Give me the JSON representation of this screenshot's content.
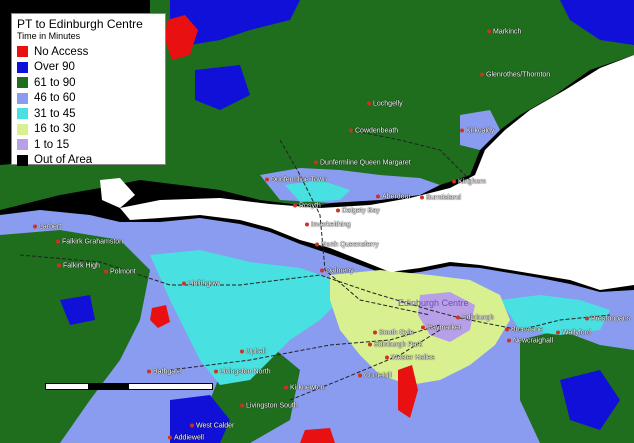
{
  "legend": {
    "title": "PT to Edinburgh Centre",
    "subtitle": "Time in Minutes",
    "items": [
      {
        "label": "No Access",
        "color": "#e81010"
      },
      {
        "label": "Over 90",
        "color": "#1010d8"
      },
      {
        "label": "61 to 90",
        "color": "#1e6e1e"
      },
      {
        "label": "46 to 60",
        "color": "#8a9cf0"
      },
      {
        "label": "31 to 45",
        "color": "#48e0e0"
      },
      {
        "label": "16 to 30",
        "color": "#d8f090"
      },
      {
        "label": " 1 to 15",
        "color": "#b8a0e8"
      },
      {
        "label": "Out of Area",
        "color": "#000000"
      }
    ]
  },
  "centre_label": "Edinburgh Centre",
  "towns": [
    {
      "name": "Markinch"
    },
    {
      "name": "Glenrothes/Thornton"
    },
    {
      "name": "Lochgelly"
    },
    {
      "name": "Kirkcaldy"
    },
    {
      "name": "Cowdenbeath"
    },
    {
      "name": "Dunfermline Queen Margaret"
    },
    {
      "name": "Dunfermline Town"
    },
    {
      "name": "Aberdour"
    },
    {
      "name": "Burntisland"
    },
    {
      "name": "Kinghorn"
    },
    {
      "name": "Rosyth"
    },
    {
      "name": "Dalgety Bay"
    },
    {
      "name": "Inverkeithing"
    },
    {
      "name": "North Queensferry"
    },
    {
      "name": "Dalmeny"
    },
    {
      "name": "Larbert"
    },
    {
      "name": "Falkirk Grahamston"
    },
    {
      "name": "Falkirk High"
    },
    {
      "name": "Polmont"
    },
    {
      "name": "Linlithgow"
    },
    {
      "name": "Edinburgh"
    },
    {
      "name": "Haymarket"
    },
    {
      "name": "South Gyle"
    },
    {
      "name": "Edinburgh Park"
    },
    {
      "name": "Wester Hailes"
    },
    {
      "name": "Brunstane"
    },
    {
      "name": "Newcraighall"
    },
    {
      "name": "Wallyford"
    },
    {
      "name": "Prestonpans"
    },
    {
      "name": "Uphall"
    },
    {
      "name": "Livingston North"
    },
    {
      "name": "Bathgate"
    },
    {
      "name": "Curriehill"
    },
    {
      "name": "Kirknewton"
    },
    {
      "name": "Livingston South"
    },
    {
      "name": "West Calder"
    },
    {
      "name": "Addiewell"
    }
  ]
}
